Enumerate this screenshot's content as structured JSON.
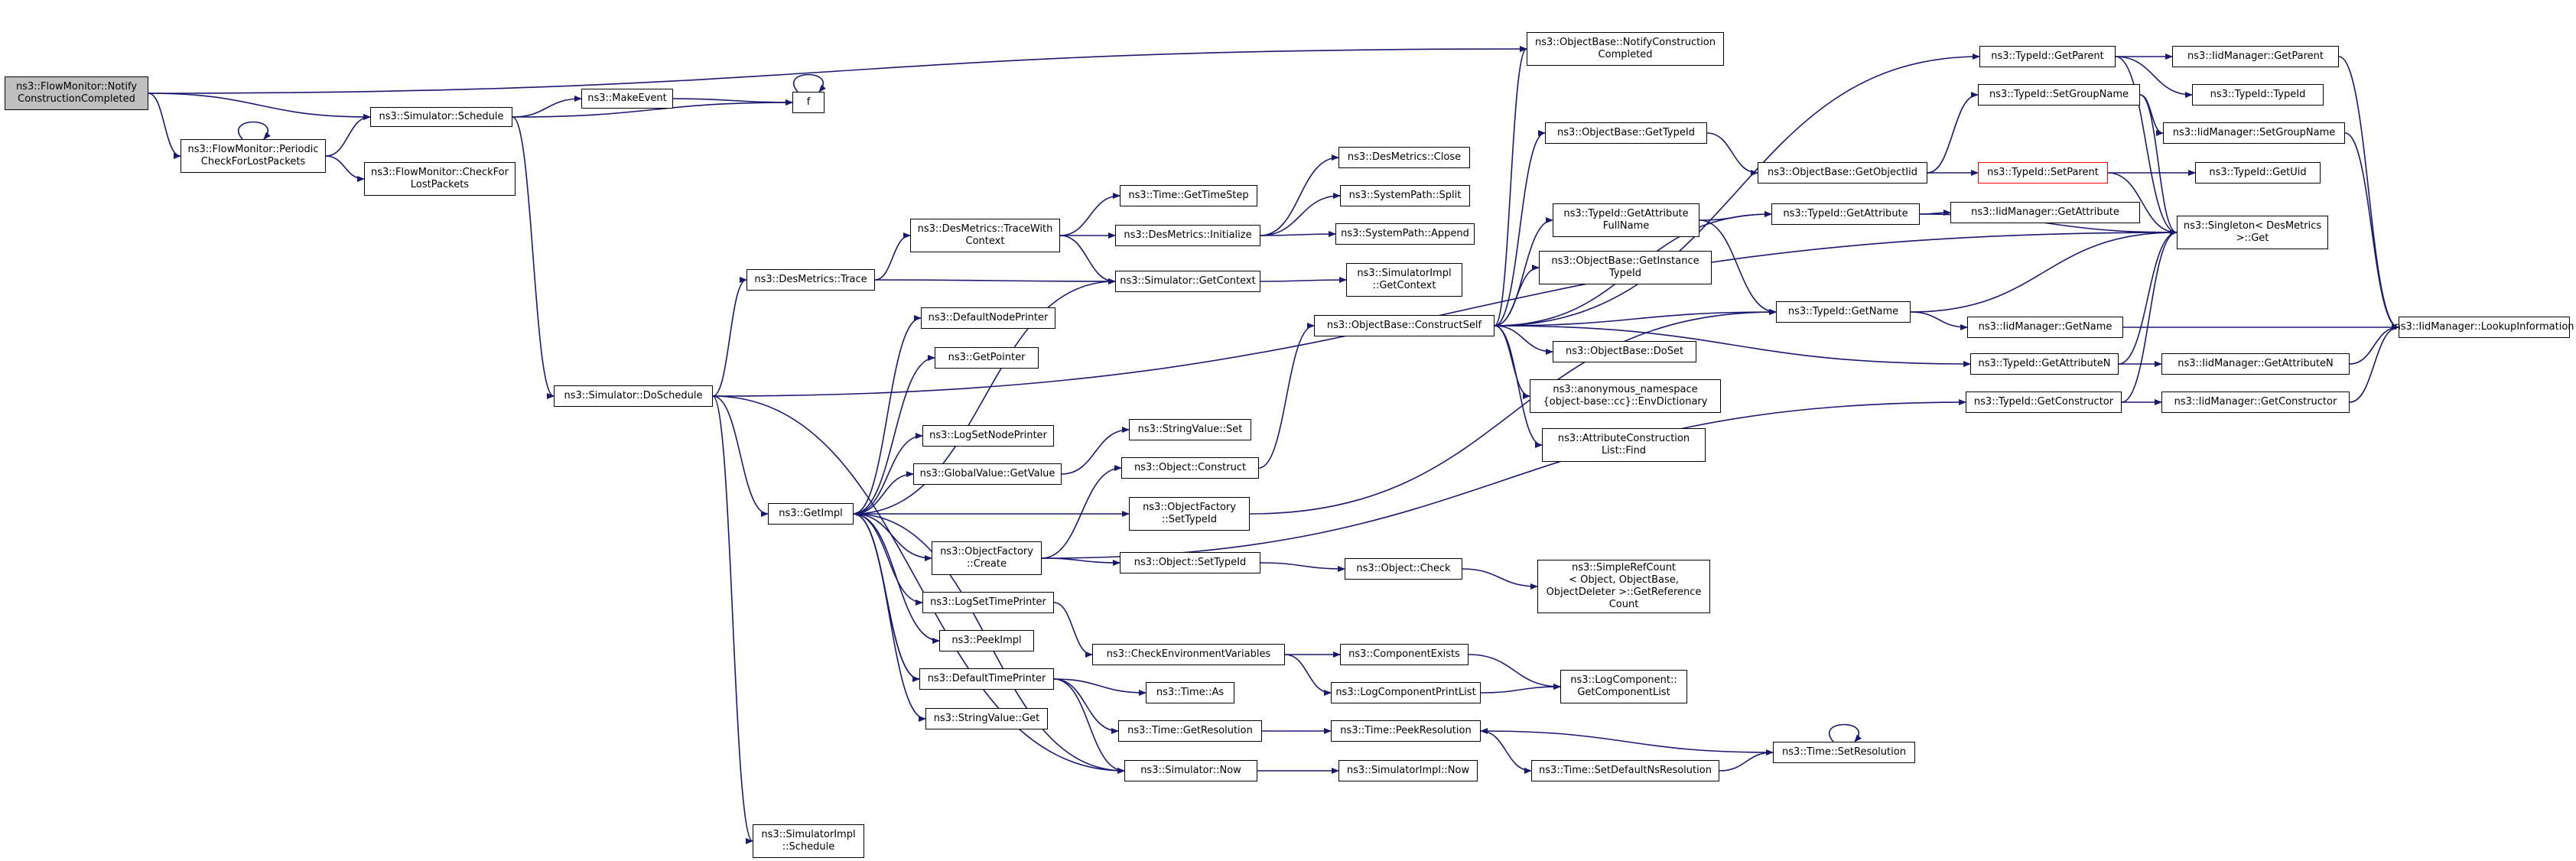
{
  "colors": {
    "edge": "#191970",
    "root_fill": "#bfbfbf",
    "node_border": "#000000",
    "highlight_border": "#ff0000"
  },
  "nodes": {
    "root": [
      "ns3::FlowMonitor::Notify",
      "ConstructionCompleted"
    ],
    "f": [
      "f"
    ],
    "schedule": [
      "ns3::Simulator::Schedule"
    ],
    "makeevent": [
      "ns3::MakeEvent"
    ],
    "periodic": [
      "ns3::FlowMonitor::Periodic",
      "CheckForLostPackets"
    ],
    "checkfor": [
      "ns3::FlowMonitor::CheckFor",
      "LostPackets"
    ],
    "doschedule": [
      "ns3::Simulator::DoSchedule"
    ],
    "simimplschedule": [
      "ns3::SimulatorImpl",
      "::Schedule"
    ],
    "trace": [
      "ns3::DesMetrics::Trace"
    ],
    "tracewith": [
      "ns3::DesMetrics::TraceWith",
      "Context"
    ],
    "gettimestep": [
      "ns3::Time::GetTimeStep"
    ],
    "initialize": [
      "ns3::DesMetrics::Initialize"
    ],
    "close": [
      "ns3::DesMetrics::Close"
    ],
    "split": [
      "ns3::SystemPath::Split"
    ],
    "append": [
      "ns3::SystemPath::Append"
    ],
    "getcontext": [
      "ns3::Simulator::GetContext"
    ],
    "implgetcontext": [
      "ns3::SimulatorImpl",
      "::GetContext"
    ],
    "getimpl": [
      "ns3::GetImpl"
    ],
    "defaultnodeprinter": [
      "ns3::DefaultNodePrinter"
    ],
    "getpointer": [
      "ns3::GetPointer"
    ],
    "logsetnodeprinter": [
      "ns3::LogSetNodePrinter"
    ],
    "stringvalueset": [
      "ns3::StringValue::Set"
    ],
    "globalvalueget": [
      "ns3::GlobalValue::GetValue"
    ],
    "objectconstruct": [
      "ns3::Object::Construct"
    ],
    "factorysettypeid": [
      "ns3::ObjectFactory",
      "::SetTypeId"
    ],
    "factorycreate": [
      "ns3::ObjectFactory",
      "::Create"
    ],
    "objectsettypeid": [
      "ns3::Object::SetTypeId"
    ],
    "objectcheck": [
      "ns3::Object::Check"
    ],
    "refcount": [
      "ns3::SimpleRefCount",
      "< Object, ObjectBase,",
      "ObjectDeleter >::GetReference",
      "Count"
    ],
    "logsettimeprinter": [
      "ns3::LogSetTimePrinter"
    ],
    "peekimpl": [
      "ns3::PeekImpl"
    ],
    "checkenv": [
      "ns3::CheckEnvironmentVariables"
    ],
    "componentexists": [
      "ns3::ComponentExists"
    ],
    "logcomponentprintlist": [
      "ns3::LogComponentPrintList"
    ],
    "getcomponentlist": [
      "ns3::LogComponent::",
      "GetComponentList"
    ],
    "defaulttimeprinter": [
      "ns3::DefaultTimePrinter"
    ],
    "timeas": [
      "ns3::Time::As"
    ],
    "stringvalueget": [
      "ns3::StringValue::Get"
    ],
    "getresolution": [
      "ns3::Time::GetResolution"
    ],
    "peekresolution": [
      "ns3::Time::PeekResolution"
    ],
    "simnow": [
      "ns3::Simulator::Now"
    ],
    "implnow": [
      "ns3::SimulatorImpl::Now"
    ],
    "setdefaultns": [
      "ns3::Time::SetDefaultNsResolution"
    ],
    "setresolution": [
      "ns3::Time::SetResolution"
    ],
    "notifycc": [
      "ns3::ObjectBase::NotifyConstruction",
      "Completed"
    ],
    "objbasegettypeid": [
      "ns3::ObjectBase::GetTypeId"
    ],
    "getattrfullname": [
      "ns3::TypeId::GetAttribute",
      "FullName"
    ],
    "getinstancetypeid": [
      "ns3::ObjectBase::GetInstance",
      "TypeId"
    ],
    "constructself": [
      "ns3::ObjectBase::ConstructSelf"
    ],
    "doset": [
      "ns3::ObjectBase::DoSet"
    ],
    "envdictionary": [
      "ns3::anonymous_namespace",
      "{object-base::cc}::EnvDictionary"
    ],
    "attrconstructionfind": [
      "ns3::AttributeConstruction",
      "List::Find"
    ],
    "getobjectiid": [
      "ns3::ObjectBase::GetObjectIid"
    ],
    "setgroupname": [
      "ns3::TypeId::SetGroupName"
    ],
    "setparent": [
      "ns3::TypeId::SetParent"
    ],
    "typeidgetparent": [
      "ns3::TypeId::GetParent"
    ],
    "typeidtypeid": [
      "ns3::TypeId::TypeId"
    ],
    "getattribute": [
      "ns3::TypeId::GetAttribute"
    ],
    "getname": [
      "ns3::TypeId::GetName"
    ],
    "getattributen": [
      "ns3::TypeId::GetAttributeN"
    ],
    "getconstructor": [
      "ns3::TypeId::GetConstructor"
    ],
    "iidgetparent": [
      "ns3::IidManager::GetParent"
    ],
    "iidsetgroupname": [
      "ns3::IidManager::SetGroupName"
    ],
    "getuid": [
      "ns3::TypeId::GetUid"
    ],
    "iidgetattribute": [
      "ns3::IidManager::GetAttribute"
    ],
    "singletonget": [
      "ns3::Singleton< DesMetrics",
      ">::Get"
    ],
    "iidgetname": [
      "ns3::IidManager::GetName"
    ],
    "iidgetattributen": [
      "ns3::IidManager::GetAttributeN"
    ],
    "iidgetconstructor": [
      "ns3::IidManager::GetConstructor"
    ],
    "lookupinfo": [
      "ns3::IidManager::LookupInformation"
    ]
  }
}
